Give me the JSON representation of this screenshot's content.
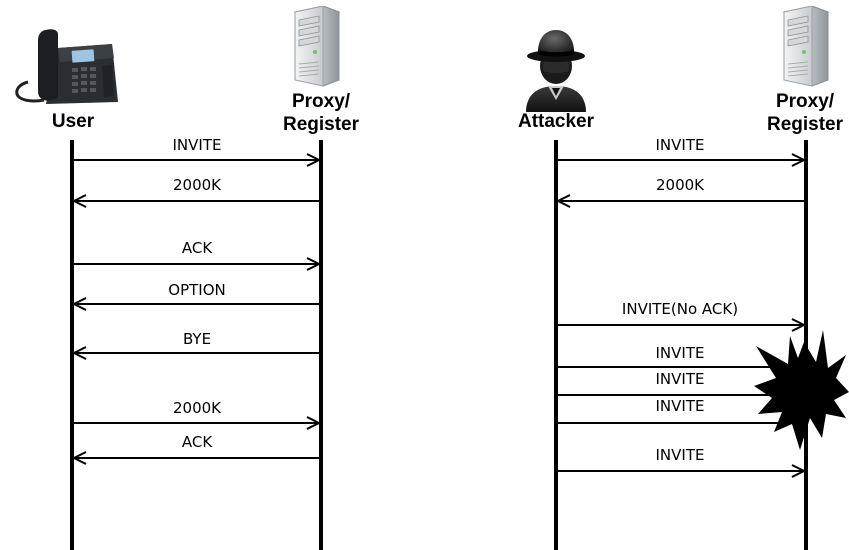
{
  "left_flow": {
    "actors": {
      "user": "User",
      "proxy_line1": "Proxy/",
      "proxy_line2": "Register"
    },
    "messages": [
      {
        "label": "INVITE",
        "direction": "right"
      },
      {
        "label": "2000K",
        "direction": "left"
      },
      {
        "label": "ACK",
        "direction": "right"
      },
      {
        "label": "OPTION",
        "direction": "left"
      },
      {
        "label": "BYE",
        "direction": "left"
      },
      {
        "label": "2000K",
        "direction": "right"
      },
      {
        "label": "ACK",
        "direction": "left"
      }
    ]
  },
  "right_flow": {
    "actors": {
      "attacker": "Attacker",
      "proxy_line1": "Proxy/",
      "proxy_line2": "Register"
    },
    "messages": [
      {
        "label": "INVITE",
        "direction": "right"
      },
      {
        "label": "2000K",
        "direction": "left"
      },
      {
        "label": "INVITE(No ACK)",
        "direction": "right"
      },
      {
        "label": "INVITE",
        "direction": "right",
        "blocked": true
      },
      {
        "label": "INVITE",
        "direction": "right",
        "blocked": true
      },
      {
        "label": "INVITE",
        "direction": "right",
        "blocked": true
      },
      {
        "label": "INVITE",
        "direction": "right"
      }
    ]
  },
  "icons": {
    "phone": "desk-phone-icon",
    "server": "server-tower-icon",
    "attacker": "hat-spy-icon",
    "blocked": "explosion-icon"
  }
}
